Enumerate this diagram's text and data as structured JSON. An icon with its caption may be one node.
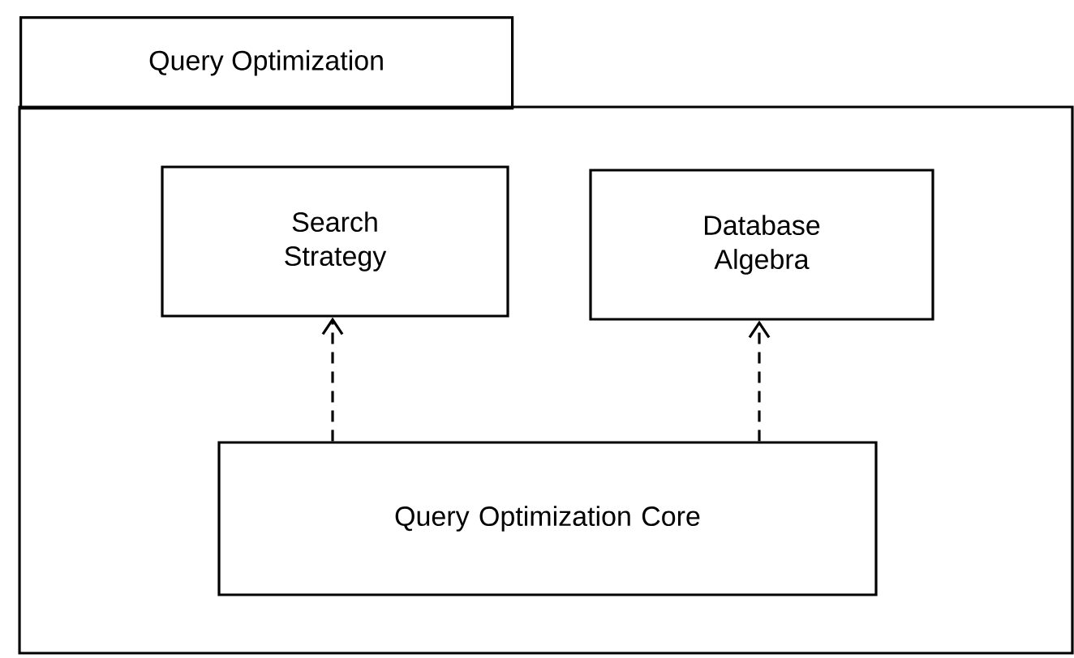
{
  "diagram": {
    "nodes": [
      {
        "text": [
          "Query Optimization"
        ]
      },
      {
        "text": [
          "Search Strategy"
        ],
        "in": 0
      },
      {
        "text": [
          "Database Algebra"
        ],
        "in": 0
      },
      {
        "text": [
          "Query Optimization Core"
        ],
        "in": 0
      }
    ],
    "edges": [
      {
        "from": 3,
        "to": 1,
        "arrow": "to",
        "style": "dashed"
      },
      {
        "from": 3,
        "to": 2,
        "arrow": "to",
        "style": "dashed"
      }
    ]
  }
}
